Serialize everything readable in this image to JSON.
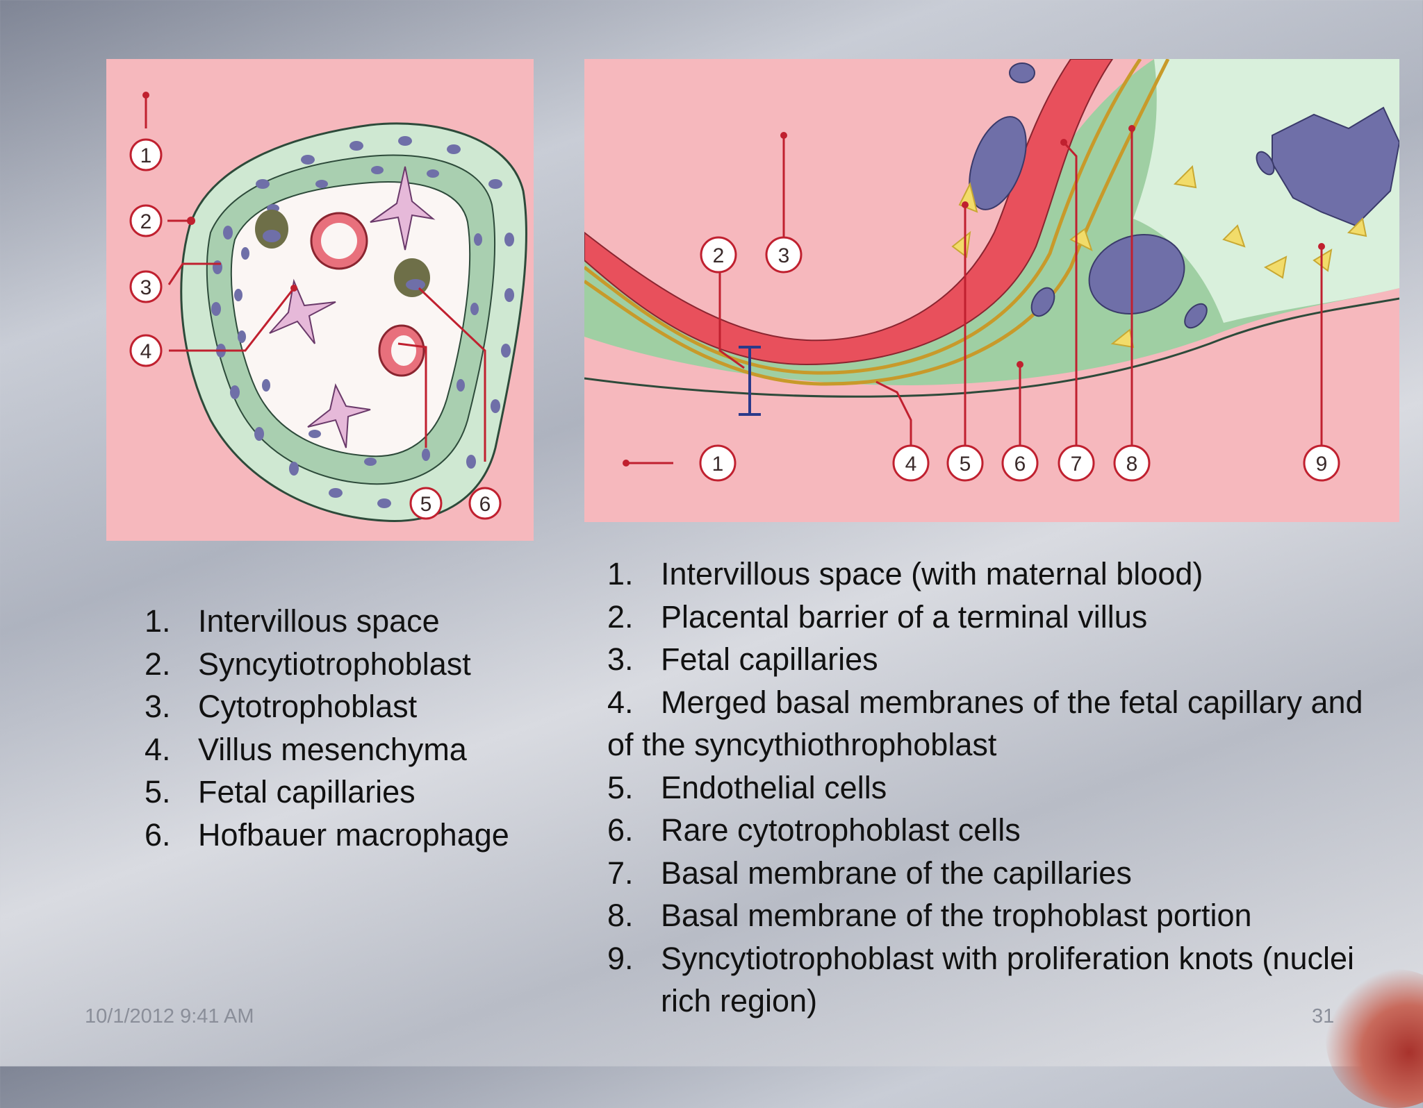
{
  "left_diagram": {
    "markers": [
      "1",
      "2",
      "3",
      "4",
      "5",
      "6"
    ]
  },
  "right_diagram": {
    "markers": [
      "1",
      "2",
      "3",
      "4",
      "5",
      "6",
      "7",
      "8",
      "9"
    ]
  },
  "left_legend": [
    {
      "num": "1.",
      "text": "Intervillous space"
    },
    {
      "num": "2.",
      "text": "Syncytiotrophoblast"
    },
    {
      "num": "3.",
      "text": "Cytotrophoblast"
    },
    {
      "num": "4.",
      "text": "Villus mesenchyma"
    },
    {
      "num": "5.",
      "text": "Fetal capillaries"
    },
    {
      "num": "6.",
      "text": "Hofbauer macrophage"
    }
  ],
  "right_legend": [
    {
      "num": "1.",
      "text": "Intervillous space (with maternal blood)"
    },
    {
      "num": "2.",
      "text": "Placental barrier of a terminal villus"
    },
    {
      "num": "3.",
      "text": "Fetal capillaries"
    },
    {
      "num": "4.",
      "text": "Merged basal membranes of the fetal capillary and of the syncythiothrophoblast"
    },
    {
      "num": "5.",
      "text": "Endothelial cells"
    },
    {
      "num": "6.",
      "text": "Rare cytotrophoblast cells"
    },
    {
      "num": "7.",
      "text": "Basal membrane of the capillaries"
    },
    {
      "num": "8.",
      "text": "Basal membrane of the trophoblast portion"
    },
    {
      "num": "9.",
      "text": "Syncytiotrophoblast with proliferation knots (nuclei rich region)"
    }
  ],
  "footer": {
    "date": "10/1/2012 9:41 AM",
    "page": "31"
  },
  "colors": {
    "panel_pink": "#f6b8bd",
    "trophoblast_green": "#cfe8d2",
    "label_red": "#c0202f",
    "nucleus_blue": "#6f6fa8"
  }
}
